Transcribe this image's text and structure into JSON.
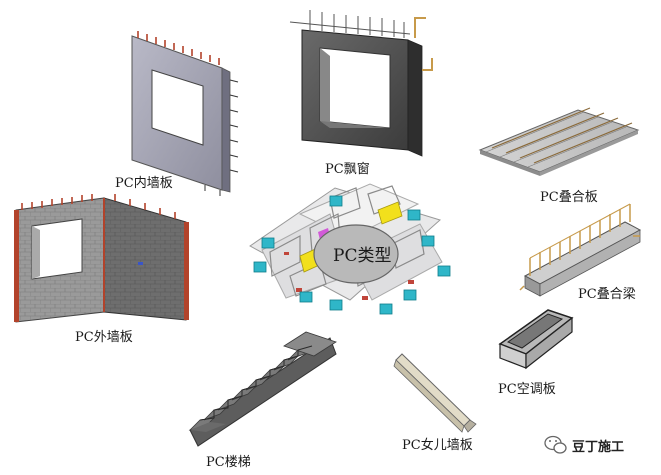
{
  "center": {
    "title": "PC类型"
  },
  "components": [
    {
      "id": "inner-wall",
      "label": "PC内墙板"
    },
    {
      "id": "bay-window",
      "label": "PC飘窗"
    },
    {
      "id": "composite-slab",
      "label": "PC叠合板"
    },
    {
      "id": "exterior-wall",
      "label": "PC外墙板"
    },
    {
      "id": "composite-beam",
      "label": "PC叠合梁"
    },
    {
      "id": "ac-panel",
      "label": "PC空调板"
    },
    {
      "id": "stair",
      "label": "PC楼梯"
    },
    {
      "id": "parapet",
      "label": "PC女儿墙板"
    }
  ],
  "watermark": {
    "text": "豆丁施工",
    "icon": "wechat-icon"
  },
  "colors": {
    "concrete": "#9a9aa8",
    "concrete_dark": "#5c5c66",
    "rebar": "#b2432b",
    "accent_cyan": "#2fb6c8",
    "accent_yellow": "#f2e01c"
  }
}
